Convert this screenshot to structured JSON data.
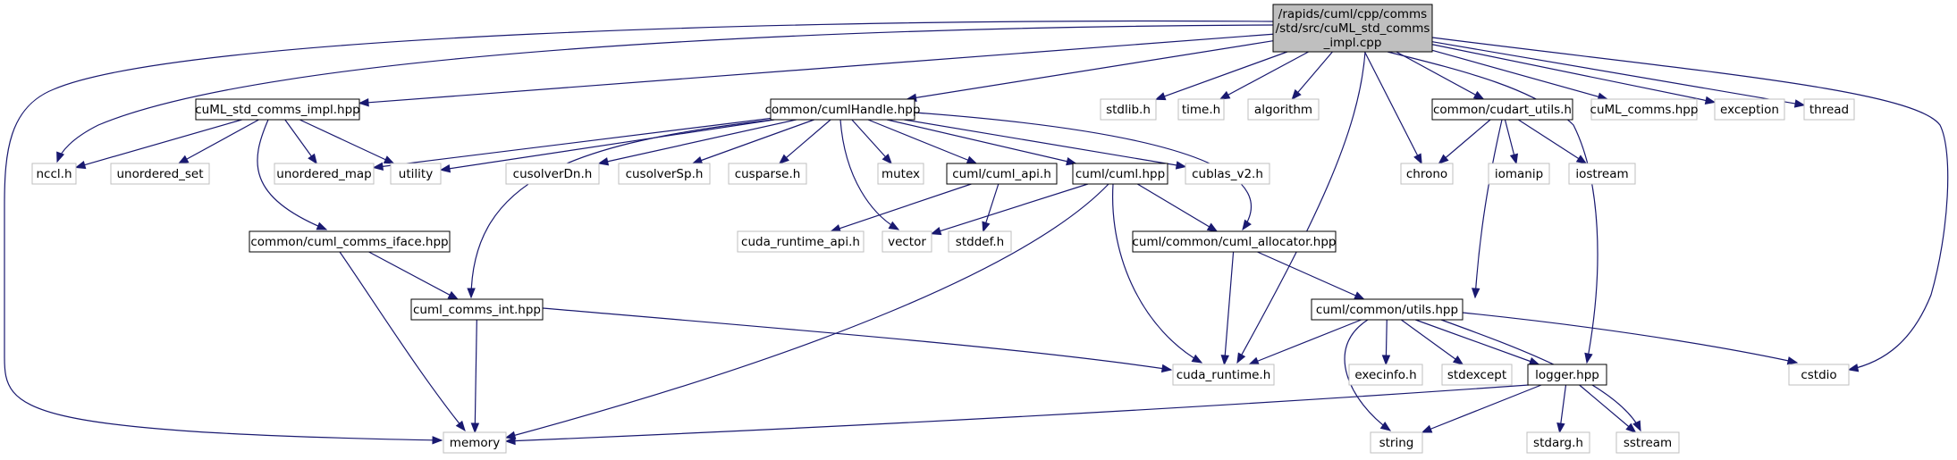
{
  "diagram": {
    "type": "include-dependency-graph",
    "root": "root",
    "colors": {
      "root_fill": "#bfbfbf",
      "root_border": "#000000",
      "documented_border": "#000000",
      "external_border": "#bfbfbf",
      "external_text": "#404040",
      "edge": "#191970",
      "background": "#ffffff"
    },
    "nodes": [
      {
        "id": "root",
        "kind": "root",
        "lines": [
          "/rapids/cuml/cpp/comms",
          "/std/src/cuML_std_comms",
          "_impl.cpp"
        ]
      },
      {
        "id": "impl_hpp",
        "kind": "documented",
        "lines": [
          "cuML_std_comms_impl.hpp"
        ]
      },
      {
        "id": "cumlHandle",
        "kind": "documented",
        "lines": [
          "common/cumlHandle.hpp"
        ]
      },
      {
        "id": "stdlib",
        "kind": "external",
        "lines": [
          "stdlib.h"
        ]
      },
      {
        "id": "time",
        "kind": "external",
        "lines": [
          "time.h"
        ]
      },
      {
        "id": "algorithm",
        "kind": "external",
        "lines": [
          "algorithm"
        ]
      },
      {
        "id": "cudart_utils",
        "kind": "documented",
        "lines": [
          "common/cudart_utils.h"
        ]
      },
      {
        "id": "comms_hpp",
        "kind": "external",
        "lines": [
          "cuML_comms.hpp"
        ]
      },
      {
        "id": "exception",
        "kind": "external",
        "lines": [
          "exception"
        ]
      },
      {
        "id": "thread",
        "kind": "external",
        "lines": [
          "thread"
        ]
      },
      {
        "id": "nccl",
        "kind": "external",
        "lines": [
          "nccl.h"
        ]
      },
      {
        "id": "unordered_set",
        "kind": "external",
        "lines": [
          "unordered_set"
        ]
      },
      {
        "id": "unordered_map",
        "kind": "external",
        "lines": [
          "unordered_map"
        ]
      },
      {
        "id": "utility",
        "kind": "external",
        "lines": [
          "utility"
        ]
      },
      {
        "id": "cusolverDn",
        "kind": "external",
        "lines": [
          "cusolverDn.h"
        ]
      },
      {
        "id": "cusolverSp",
        "kind": "external",
        "lines": [
          "cusolverSp.h"
        ]
      },
      {
        "id": "cusparse",
        "kind": "external",
        "lines": [
          "cusparse.h"
        ]
      },
      {
        "id": "mutex",
        "kind": "external",
        "lines": [
          "mutex"
        ]
      },
      {
        "id": "cuml_api",
        "kind": "documented",
        "lines": [
          "cuml/cuml_api.h"
        ]
      },
      {
        "id": "cuml_hpp",
        "kind": "documented",
        "lines": [
          "cuml/cuml.hpp"
        ]
      },
      {
        "id": "cublas",
        "kind": "external",
        "lines": [
          "cublas_v2.h"
        ]
      },
      {
        "id": "chrono",
        "kind": "external",
        "lines": [
          "chrono"
        ]
      },
      {
        "id": "iomanip",
        "kind": "external",
        "lines": [
          "iomanip"
        ]
      },
      {
        "id": "iostream",
        "kind": "external",
        "lines": [
          "iostream"
        ]
      },
      {
        "id": "comms_iface",
        "kind": "documented",
        "lines": [
          "common/cuml_comms_iface.hpp"
        ]
      },
      {
        "id": "cuda_runtime_api",
        "kind": "external",
        "lines": [
          "cuda_runtime_api.h"
        ]
      },
      {
        "id": "vector",
        "kind": "external",
        "lines": [
          "vector"
        ]
      },
      {
        "id": "stddef",
        "kind": "external",
        "lines": [
          "stddef.h"
        ]
      },
      {
        "id": "allocator",
        "kind": "documented",
        "lines": [
          "cuml/common/cuml_allocator.hpp"
        ]
      },
      {
        "id": "comms_int",
        "kind": "documented",
        "lines": [
          "cuml_comms_int.hpp"
        ]
      },
      {
        "id": "utils_hpp",
        "kind": "documented",
        "lines": [
          "cuml/common/utils.hpp"
        ]
      },
      {
        "id": "cuda_runtime",
        "kind": "external",
        "lines": [
          "cuda_runtime.h"
        ]
      },
      {
        "id": "execinfo",
        "kind": "external",
        "lines": [
          "execinfo.h"
        ]
      },
      {
        "id": "stdexcept",
        "kind": "external",
        "lines": [
          "stdexcept"
        ]
      },
      {
        "id": "logger",
        "kind": "documented",
        "lines": [
          "logger.hpp"
        ]
      },
      {
        "id": "cstdio",
        "kind": "external",
        "lines": [
          "cstdio"
        ]
      },
      {
        "id": "memory",
        "kind": "external",
        "lines": [
          "memory"
        ]
      },
      {
        "id": "string",
        "kind": "external",
        "lines": [
          "string"
        ]
      },
      {
        "id": "stdarg",
        "kind": "external",
        "lines": [
          "stdarg.h"
        ]
      },
      {
        "id": "sstream",
        "kind": "external",
        "lines": [
          "sstream"
        ]
      }
    ],
    "edges": [
      [
        "root",
        "impl_hpp"
      ],
      [
        "root",
        "cumlHandle"
      ],
      [
        "root",
        "stdlib"
      ],
      [
        "root",
        "time"
      ],
      [
        "root",
        "algorithm"
      ],
      [
        "root",
        "cudart_utils"
      ],
      [
        "root",
        "comms_hpp"
      ],
      [
        "root",
        "exception"
      ],
      [
        "root",
        "thread"
      ],
      [
        "root",
        "nccl"
      ],
      [
        "root",
        "memory"
      ],
      [
        "root",
        "chrono"
      ],
      [
        "root",
        "cuda_runtime"
      ],
      [
        "root",
        "logger"
      ],
      [
        "root",
        "cstdio"
      ],
      [
        "impl_hpp",
        "nccl"
      ],
      [
        "impl_hpp",
        "unordered_set"
      ],
      [
        "impl_hpp",
        "unordered_map"
      ],
      [
        "impl_hpp",
        "utility"
      ],
      [
        "impl_hpp",
        "comms_iface"
      ],
      [
        "cumlHandle",
        "unordered_map"
      ],
      [
        "cumlHandle",
        "utility"
      ],
      [
        "cumlHandle",
        "cusolverDn"
      ],
      [
        "cumlHandle",
        "cusolverSp"
      ],
      [
        "cumlHandle",
        "cusparse"
      ],
      [
        "cumlHandle",
        "mutex"
      ],
      [
        "cumlHandle",
        "cuml_api"
      ],
      [
        "cumlHandle",
        "cuml_hpp"
      ],
      [
        "cumlHandle",
        "cublas"
      ],
      [
        "cumlHandle",
        "vector"
      ],
      [
        "cumlHandle",
        "allocator"
      ],
      [
        "cumlHandle",
        "comms_int"
      ],
      [
        "cudart_utils",
        "chrono"
      ],
      [
        "cudart_utils",
        "iomanip"
      ],
      [
        "cudart_utils",
        "iostream"
      ],
      [
        "cudart_utils",
        "utils_hpp"
      ],
      [
        "cuml_api",
        "cuda_runtime_api"
      ],
      [
        "cuml_api",
        "stddef"
      ],
      [
        "cuml_hpp",
        "vector"
      ],
      [
        "cuml_hpp",
        "allocator"
      ],
      [
        "cuml_hpp",
        "memory"
      ],
      [
        "cuml_hpp",
        "cuda_runtime"
      ],
      [
        "comms_iface",
        "comms_int"
      ],
      [
        "comms_iface",
        "memory"
      ],
      [
        "comms_int",
        "memory"
      ],
      [
        "comms_int",
        "cuda_runtime"
      ],
      [
        "allocator",
        "cuda_runtime"
      ],
      [
        "allocator",
        "utils_hpp"
      ],
      [
        "utils_hpp",
        "cuda_runtime"
      ],
      [
        "utils_hpp",
        "execinfo"
      ],
      [
        "utils_hpp",
        "stdexcept"
      ],
      [
        "utils_hpp",
        "logger"
      ],
      [
        "utils_hpp",
        "cstdio"
      ],
      [
        "utils_hpp",
        "string"
      ],
      [
        "utils_hpp",
        "sstream"
      ],
      [
        "logger",
        "memory"
      ],
      [
        "logger",
        "string"
      ],
      [
        "logger",
        "stdarg"
      ],
      [
        "logger",
        "sstream"
      ]
    ]
  }
}
